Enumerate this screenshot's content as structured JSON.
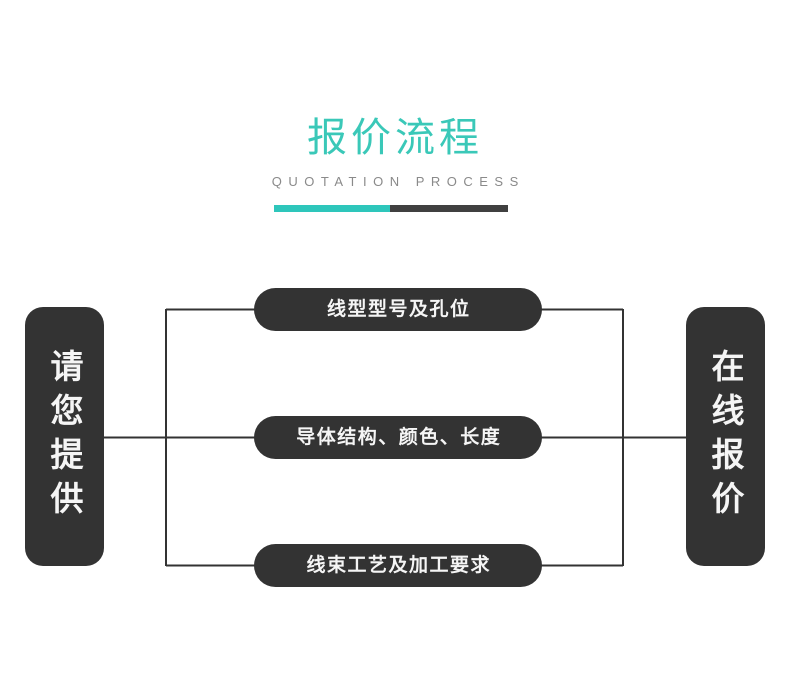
{
  "header": {
    "title": "报价流程",
    "subtitle": "QUOTATION PROCESS",
    "rule_accent_color": "#2ec6bb",
    "rule_dark_color": "#404040",
    "title_color": "#3ac8b8",
    "subtitle_color": "#8a8a8a"
  },
  "diagram": {
    "type": "flow",
    "block_color": "#333333",
    "text_color": "#f5f5f5",
    "line_color": "#333333",
    "start_block": {
      "label": "请您提供",
      "orientation": "vertical"
    },
    "end_block": {
      "label": "在线报价",
      "orientation": "vertical"
    },
    "steps": [
      {
        "label": "线型型号及孔位"
      },
      {
        "label": "导体结构、颜色、长度"
      },
      {
        "label": "线束工艺及加工要求"
      }
    ]
  }
}
